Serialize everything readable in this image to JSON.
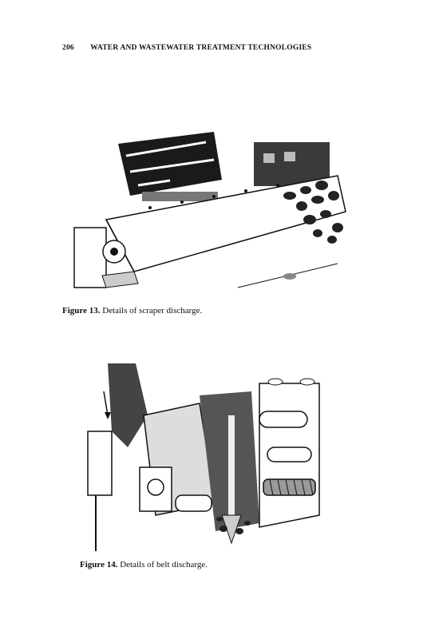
{
  "header": {
    "page_number": "206",
    "running_title": "WATER AND WASTEWATER TREATMENT TECHNOLOGIES"
  },
  "figures": [
    {
      "label": "Figure 13.",
      "caption": "Details of scraper discharge.",
      "illustration": "scraper-discharge-drawing"
    },
    {
      "label": "Figure 14.",
      "caption": "Details of belt discharge.",
      "illustration": "belt-discharge-drawing"
    }
  ]
}
